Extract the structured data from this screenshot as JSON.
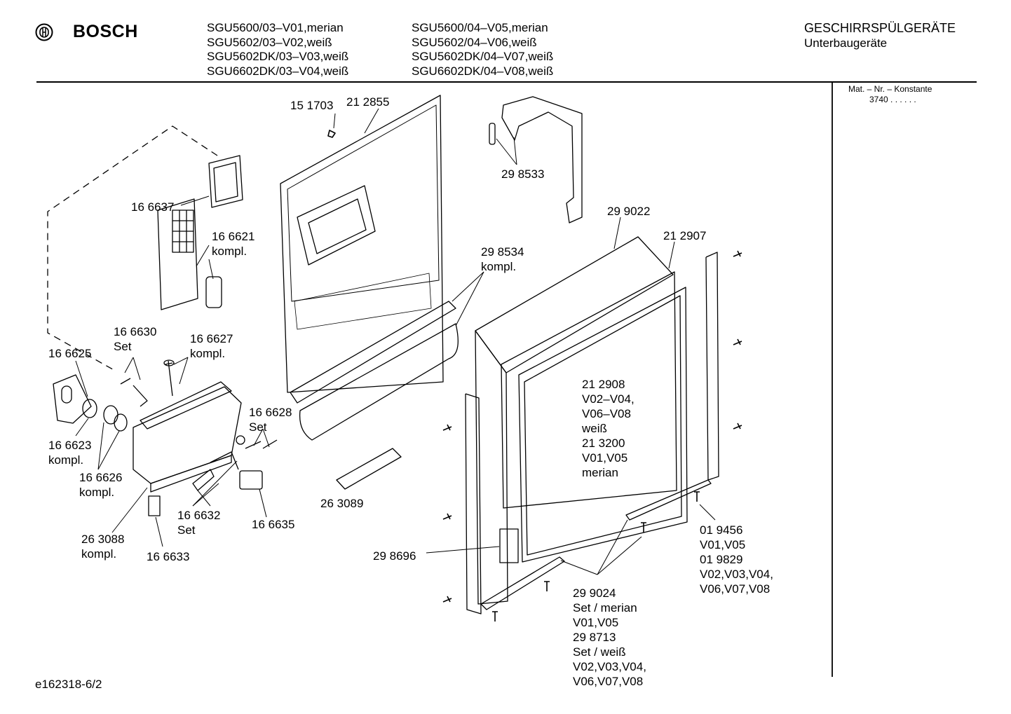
{
  "header": {
    "brand": "BOSCH",
    "models_col1": [
      "SGU5600/03–V01,merian",
      "SGU5602/03–V02,weiß",
      "SGU5602DK/03–V03,weiß",
      "SGU6602DK/03–V04,weiß"
    ],
    "models_col2": [
      "SGU5600/04–V05,merian",
      "SGU5602/04–V06,weiß",
      "SGU5602DK/04–V07,weiß",
      "SGU6602DK/04–V08,weiß"
    ],
    "category": "GESCHIRRSPÜLGERÄTE",
    "subcategory": "Unterbaugeräte"
  },
  "side_panel": {
    "title": "Mat. – Nr. – Konstante",
    "value": "3740 . . . . . ."
  },
  "footer": {
    "drawing_id": "e162318-6/2"
  },
  "parts": {
    "p151703": "15 1703",
    "p212855": "21 2855",
    "p298533": "29 8533",
    "p166637": "16 6637",
    "p166621": "16 6621\nkompl.",
    "p299022": "29 9022",
    "p212907": "21 2907",
    "p298534": "29 8534\nkompl.",
    "p166630": "16 6630\nSet",
    "p166627": "16 6627\nkompl.",
    "p166625": "16 6625",
    "p166628": "16 6628\nSet",
    "p166623": "16 6623\nkompl.",
    "p166626": "16 6626\nkompl.",
    "p263089": "26 3089",
    "p166632": "16 6632\nSet",
    "p166635": "16 6635",
    "p263088": "26 3088\nkompl.",
    "p166633": "16 6633",
    "p298696": "29 8696",
    "p212908": "21 2908\nV02–V04,\nV06–V08\nweiß\n21 3200\nV01,V05\nmerian",
    "p019456": "01 9456\nV01,V05\n01 9829\nV02,V03,V04,\nV06,V07,V08",
    "p299024": "29 9024\nSet / merian\nV01,V05\n29 8713\nSet / weiß\nV02,V03,V04,\nV06,V07,V08"
  }
}
